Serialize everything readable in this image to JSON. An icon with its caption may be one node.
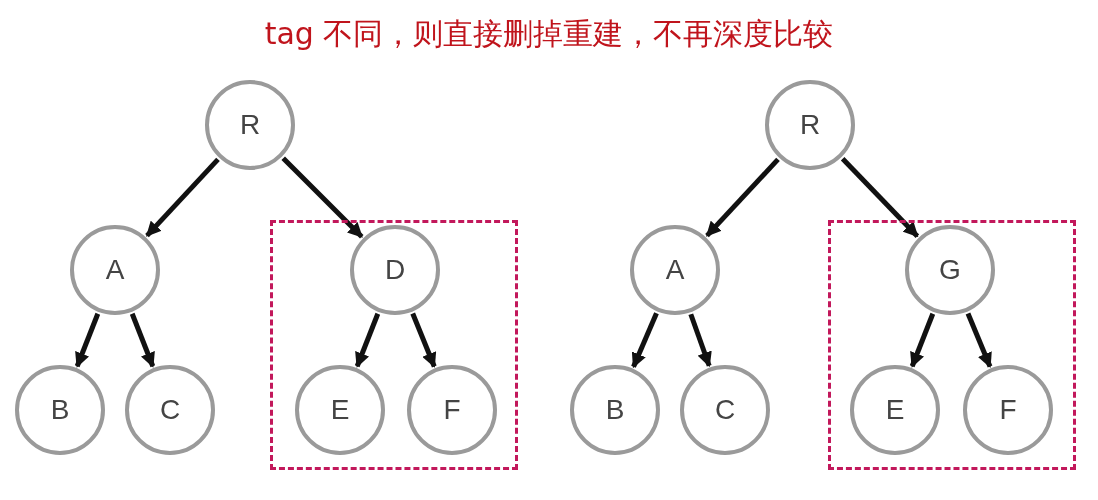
{
  "diagram": {
    "title": "tag 不同，则直接删掉重建，不再深度比较",
    "nodes": [
      {
        "text": [
          "R"
        ]
      },
      {
        "text": [
          "A"
        ]
      },
      {
        "text": [],
        "shape": "box"
      },
      {
        "text": [
          "D"
        ],
        "in": 2
      },
      {
        "text": [
          "B"
        ]
      },
      {
        "text": [
          "C"
        ]
      },
      {
        "text": [
          "E"
        ],
        "in": 2
      },
      {
        "text": [
          "F"
        ],
        "in": 2
      },
      {
        "text": [
          "R"
        ]
      },
      {
        "text": [
          "A"
        ]
      },
      {
        "text": [],
        "shape": "box"
      },
      {
        "text": [
          "G"
        ],
        "in": 10
      },
      {
        "text": [
          "B"
        ]
      },
      {
        "text": [
          "C"
        ]
      },
      {
        "text": [
          "E"
        ],
        "in": 10
      },
      {
        "text": [
          "F"
        ],
        "in": 10
      }
    ],
    "edges": [
      {
        "from": 0,
        "to": 1,
        "arrow": "to"
      },
      {
        "from": 0,
        "to": 3,
        "arrow": "to"
      },
      {
        "from": 1,
        "to": 4,
        "arrow": "to"
      },
      {
        "from": 1,
        "to": 5,
        "arrow": "to"
      },
      {
        "from": 3,
        "to": 6,
        "arrow": "to"
      },
      {
        "from": 3,
        "to": 7,
        "arrow": "to"
      },
      {
        "from": 8,
        "to": 9,
        "arrow": "to"
      },
      {
        "from": 8,
        "to": 11,
        "arrow": "to"
      },
      {
        "from": 9,
        "to": 12,
        "arrow": "to"
      },
      {
        "from": 9,
        "to": 13,
        "arrow": "to"
      },
      {
        "from": 11,
        "to": 14,
        "arrow": "to"
      },
      {
        "from": 11,
        "to": 15,
        "arrow": "to"
      }
    ]
  }
}
